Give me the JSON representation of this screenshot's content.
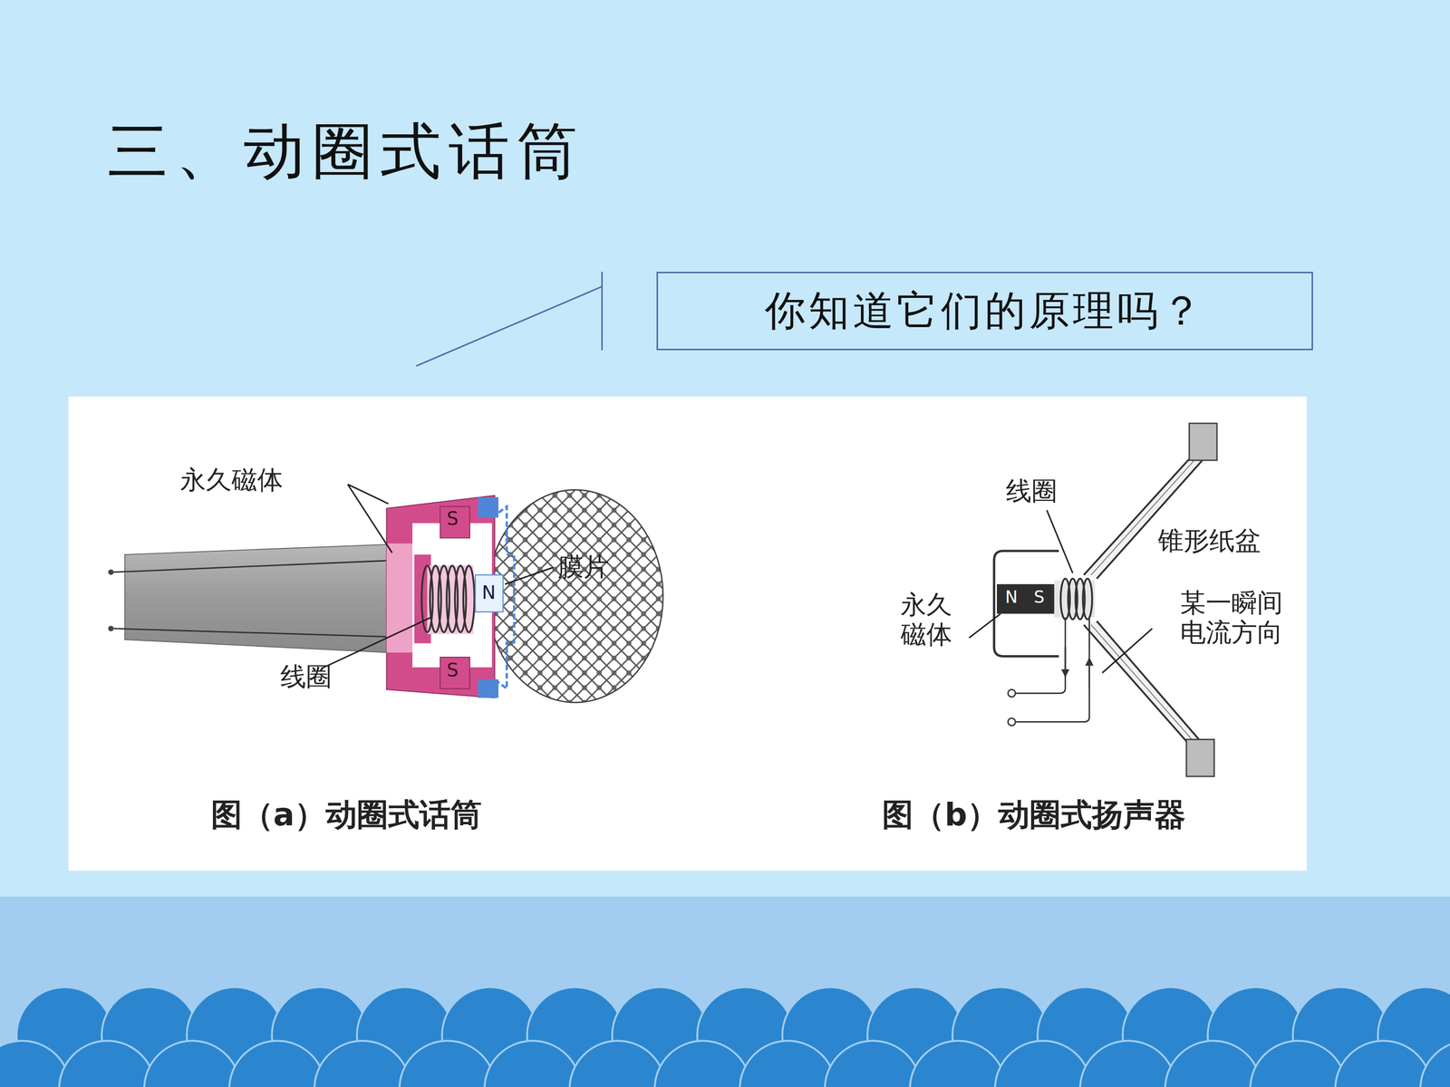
{
  "diagram": {
    "title": "三、动圈式话筒",
    "nodes": [
      {
        "text": [
          "你知道它们的原理吗？"
        ]
      }
    ],
    "labels": [
      "永久磁体",
      "膜片",
      "S",
      "N",
      "S",
      "线圈",
      "图（a）动圈式话筒",
      "线圈",
      "锥形纸盆",
      "永久磁体",
      "N",
      "S",
      "某一瞬间电流方向",
      "图（b）动圈式扬声器"
    ]
  }
}
